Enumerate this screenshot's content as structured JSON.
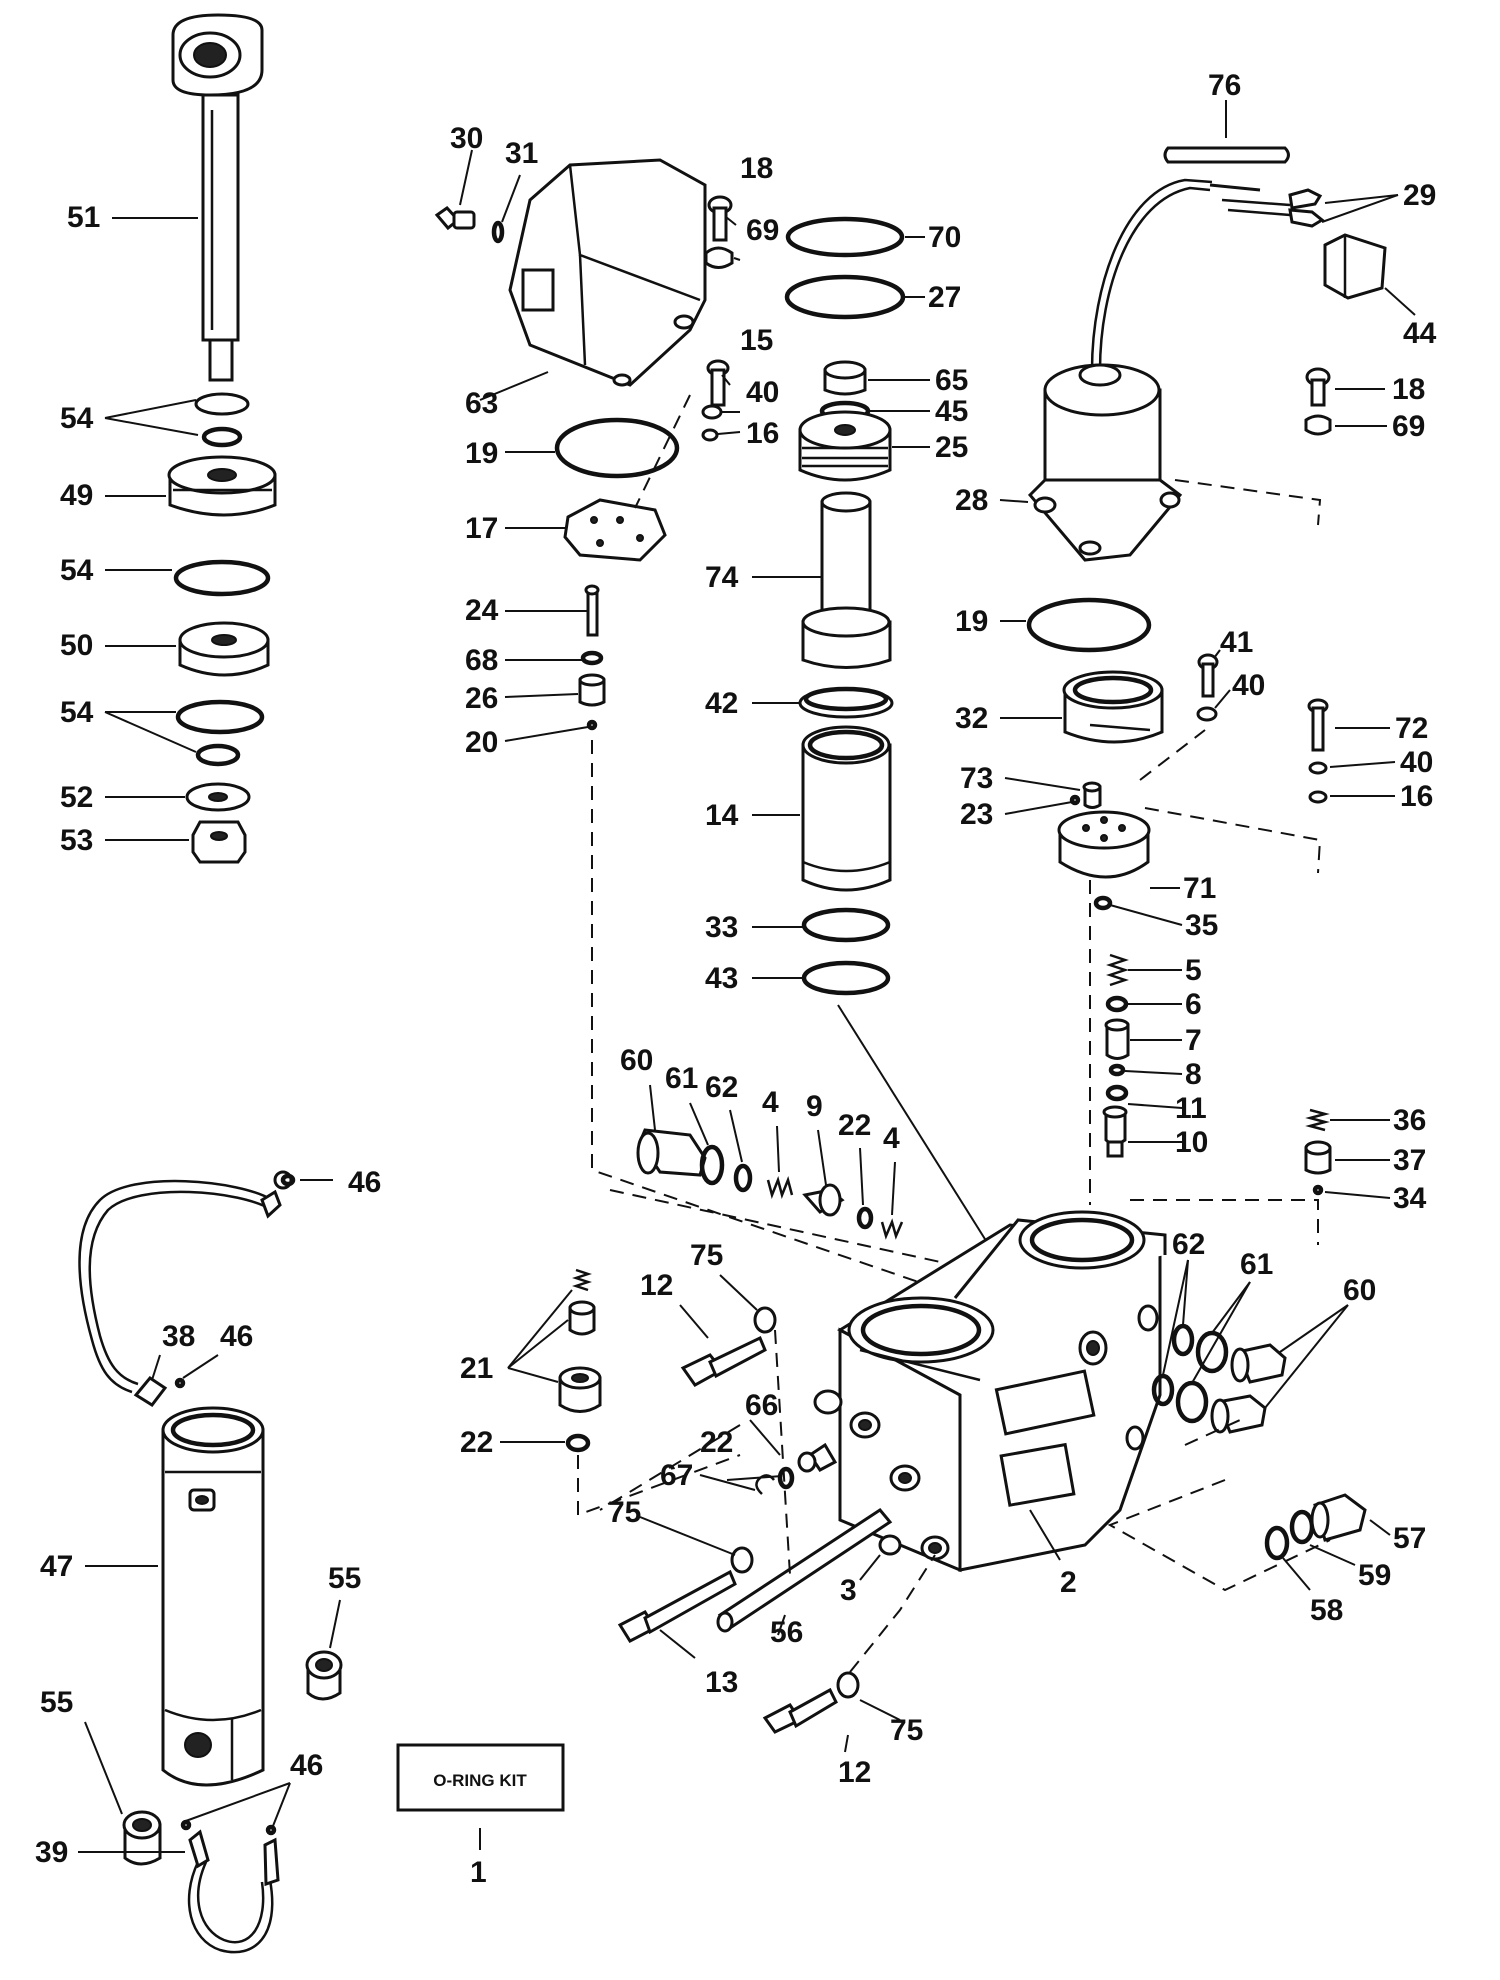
{
  "labels": {
    "l1": "1",
    "l2": "2",
    "l3": "3",
    "l4a": "4",
    "l4b": "4",
    "l5": "5",
    "l6": "6",
    "l7": "7",
    "l8": "8",
    "l9": "9",
    "l10": "10",
    "l11": "11",
    "l12a": "12",
    "l12b": "12",
    "l13": "13",
    "l14": "14",
    "l15": "15",
    "l16a": "16",
    "l16b": "16",
    "l17": "17",
    "l18a": "18",
    "l18b": "18",
    "l19a": "19",
    "l19b": "19",
    "l20": "20",
    "l21": "21",
    "l22a": "22",
    "l22b": "22",
    "l22c": "22",
    "l23": "23",
    "l24": "24",
    "l25": "25",
    "l26": "26",
    "l27": "27",
    "l28": "28",
    "l29": "29",
    "l30": "30",
    "l31": "31",
    "l32": "32",
    "l33": "33",
    "l34": "34",
    "l35": "35",
    "l36": "36",
    "l37": "37",
    "l38": "38",
    "l39": "39",
    "l40a": "40",
    "l40b": "40",
    "l40c": "40",
    "l41": "41",
    "l42": "42",
    "l43": "43",
    "l44": "44",
    "l45": "45",
    "l46a": "46",
    "l46b": "46",
    "l46c": "46",
    "l47": "47",
    "l49": "49",
    "l50": "50",
    "l51": "51",
    "l52": "52",
    "l53": "53",
    "l54a": "54",
    "l54b": "54",
    "l54c": "54",
    "l55a": "55",
    "l55b": "55",
    "l56": "56",
    "l57": "57",
    "l58": "58",
    "l59": "59",
    "l60a": "60",
    "l60b": "60",
    "l61a": "61",
    "l61b": "61",
    "l62a": "62",
    "l62b": "62",
    "l63": "63",
    "l65": "65",
    "l66": "66",
    "l67": "67",
    "l68": "68",
    "l69a": "69",
    "l69b": "69",
    "l70": "70",
    "l71": "71",
    "l72": "72",
    "l73": "73",
    "l74": "74",
    "l75a": "75",
    "l75b": "75",
    "l75c": "75",
    "l76": "76"
  },
  "kit_box": {
    "text": "O-RING KIT"
  }
}
